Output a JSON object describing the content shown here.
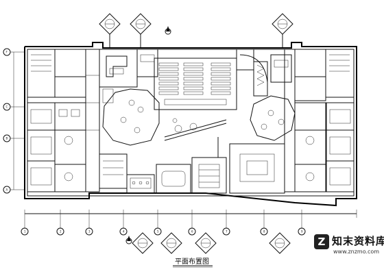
{
  "drawing": {
    "title": "平面布置图",
    "grid_labels_top": [
      "F"
    ],
    "grid_labels_left": [
      "C",
      "B",
      "A"
    ],
    "bottom_axis_numbers": [
      "1",
      "2",
      "3",
      "4",
      "5",
      "6",
      "7",
      "8",
      "9"
    ]
  },
  "watermark": {
    "brand": "知末资料库",
    "url": "www.znzmo.com",
    "logo_letter": "Z"
  }
}
